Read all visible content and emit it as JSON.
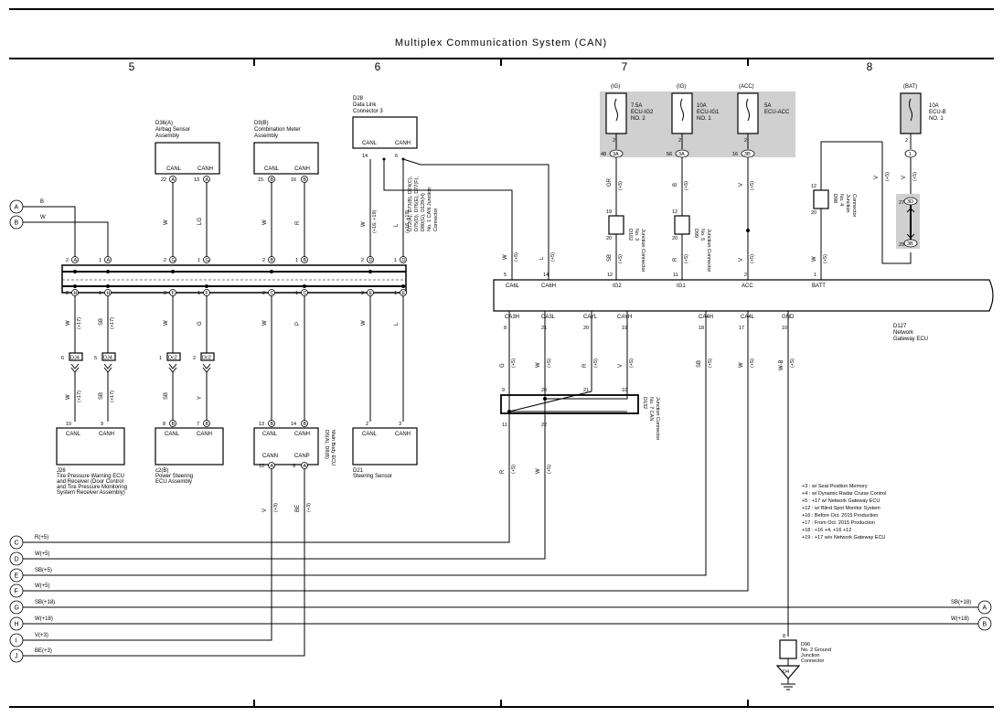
{
  "title": "Multiplex Communication System (CAN)",
  "columns": [
    "5",
    "6",
    "7",
    "8"
  ],
  "components": {
    "d36": {
      "ref": "D36(A)",
      "line1": "Airbag Sensor",
      "line2": "Assembly",
      "pins": [
        "CANL",
        "CANH"
      ],
      "pin_nums": [
        "22",
        "13"
      ],
      "pin_conn": [
        "A",
        "A"
      ]
    },
    "d9": {
      "ref": "D9(B)",
      "line1": "Combination Meter",
      "line2": "Assembly",
      "pins": [
        "CANL",
        "CANH"
      ],
      "pin_nums": [
        "15",
        "16"
      ],
      "pin_conn": [
        "B",
        "B"
      ]
    },
    "d28": {
      "ref": "D28",
      "line1": "Data Link",
      "line2": "Connector 3",
      "pins": [
        "CANL",
        "CANH"
      ],
      "pin_nums": [
        "14",
        "6"
      ]
    },
    "j26": {
      "ref": "J26",
      "line1": "Tire Pressure Warning ECU",
      "line2": "and Receiver (Door Control",
      "line3": "and Tire Pressure Monitoring",
      "line4": "System Receiver Assembly)",
      "pins": [
        "CANL",
        "CANH"
      ],
      "pin_nums": [
        "10",
        "9"
      ]
    },
    "c2": {
      "ref": "c2(B)",
      "line1": "Power Steering",
      "line2": "ECU Assembly",
      "pins": [
        "CANL",
        "CANH"
      ],
      "pin_nums": [
        "8",
        "7"
      ],
      "pin_conn": [
        "B",
        "B"
      ]
    },
    "d5": {
      "ref": "D5(A), D8(B)",
      "line1": "Main Body ECU",
      "pins": [
        "CANL",
        "CANH",
        "CANN",
        "CANP"
      ],
      "pin_nums": [
        "13",
        "14",
        "10",
        "9"
      ],
      "pin_conn": [
        "B",
        "B",
        "A",
        "A"
      ]
    },
    "d21": {
      "ref": "D21",
      "line1": "Steering Sensor",
      "pins": [
        "CANL",
        "CANH"
      ],
      "pin_nums": [
        "2",
        "3"
      ]
    },
    "d127": {
      "ref": "D127",
      "line1": "Network",
      "line2": "Gateway ECU",
      "top_pins": [
        "CA6L",
        "CA6H",
        "IG2",
        "IG1",
        "ACC",
        "BATT"
      ],
      "top_nums": [
        "5",
        "14",
        "12",
        "11",
        "2",
        "1"
      ],
      "bot_pins": [
        "CA3H",
        "CA3L",
        "CAYL",
        "CAYH",
        "CA4H",
        "CA4L",
        "GND"
      ],
      "bot_nums": [
        "8",
        "21",
        "20",
        "19",
        "18",
        "17",
        "10"
      ]
    },
    "d132": {
      "ref": "D132",
      "line1": "No. 7 CAN",
      "line2": "Junction Connector",
      "pins_top": [
        "9",
        "20",
        "21",
        "10"
      ],
      "pins_bot": [
        "11",
        "22"
      ]
    },
    "d72": {
      "ref": "D72(A), D73(B), D74(C),",
      "line2": "D75(D), D76(E), D77(F),",
      "line3": "D80(G), D129(H)",
      "line4": "No. 1 CAN Junction",
      "line5": "Connector"
    },
    "d102": {
      "ref": "D102",
      "line1": "No. 3",
      "line2": "Junction Connector",
      "pins": [
        "19",
        "20"
      ]
    },
    "d99": {
      "ref": "D99",
      "line1": "No. 5",
      "line2": "Junction Connector",
      "pins": [
        "12",
        "20"
      ]
    },
    "d98": {
      "ref": "D98",
      "line1": "No. 4",
      "line2": "Junction",
      "line3": "Connector",
      "pins": [
        "12",
        "20"
      ]
    },
    "d96": {
      "ref": "D96",
      "line1": "No. 2 Ground",
      "line2": "Junction",
      "line3": "Connector",
      "pin": "8",
      "ground": "D4"
    }
  },
  "fuses": [
    {
      "source": "(IG)",
      "amp": "7.5A",
      "name": "ECU-IG2",
      "no": "NO. 2",
      "pin_top": "2",
      "pin_bot": "48",
      "conn": "3A"
    },
    {
      "source": "(IG)",
      "amp": "10A",
      "name": "ECU-IG1",
      "no": "NO. 1",
      "pin_top": "2",
      "pin_bot": "56",
      "conn": "3A"
    },
    {
      "source": "(ACC)",
      "amp": "5A",
      "name": "ECU-ACC",
      "no": "",
      "pin_top": "2",
      "pin_bot": "16",
      "conn": "3B"
    },
    {
      "source": "(BAT)",
      "amp": "10A",
      "name": "ECU-B",
      "no": "NO. 1",
      "pin_top": "2",
      "pin_bot": "",
      "conn": "1"
    }
  ],
  "junction_pins": {
    "jc_27": "27",
    "jc_27c": "3D",
    "jc_29": "29",
    "jc_29c": "3B"
  },
  "wire_labels": {
    "a_b": "B",
    "b_w": "W",
    "d36_l": "W",
    "d36_h": "LG",
    "d9_l": "W",
    "d9_h": "R",
    "d28_l": "W",
    "d28_lq": "(+16, +19)",
    "d28_h": "L",
    "d28_hq": "(+16, +19)",
    "j26_l1": "W",
    "j26_l1q": "(+17)",
    "j26_h1": "SB",
    "j26_h1q": "(+17)",
    "j26_l2": "W",
    "j26_l2q": "(+17)",
    "j26_h2": "SB",
    "j26_h2q": "(+17)",
    "c2_l1": "W",
    "c2_h1": "G",
    "c2_l2": "SB",
    "c2_h2": "Y",
    "d5_l": "W",
    "d5_h": "P",
    "d21_l": "W",
    "d21_h": "L",
    "gw_5": "W",
    "gw_5q": "(+5)",
    "gw_14": "L",
    "gw_14q": "(+5)",
    "gw_12a": "GR",
    "gw_12aq": "(+5)",
    "gw_12b": "SB",
    "gw_12bq": "(+5)",
    "gw_11a": "B",
    "gw_11aq": "(+5)",
    "gw_11b": "R",
    "gw_11bq": "(+5)",
    "gw_2a": "V",
    "gw_2aq": "(+5)",
    "gw_2b": "V",
    "gw_2bq": "(+5)",
    "gw_1a": "W",
    "gw_1aq": "(+5)",
    "gw_1b": "V",
    "gw_1bq": "(+5)",
    "bat_a": "V",
    "bat_aq": "(+5)",
    "gw_8": "G",
    "gw_8q": "(+5)",
    "gw_21": "W",
    "gw_21q": "(+5)",
    "gw_20": "R",
    "gw_20q": "(+5)",
    "gw_19": "V",
    "gw_19q": "(+5)",
    "gw_18": "SB",
    "gw_18q": "(+5)",
    "gw_17": "W",
    "gw_17q": "(+5)",
    "gw_10": "W-B",
    "gw_10q": "(+5)",
    "j_11": "R",
    "j_11q": "(+5)",
    "j_22": "W",
    "j_22q": "(+5)",
    "d5_n": "V",
    "d5_nq": "(+3)",
    "d5_p": "BE",
    "d5_pq": "(+3)"
  },
  "bus_lines": [
    {
      "id": "C",
      "label": "R(+5)"
    },
    {
      "id": "D",
      "label": "W(+5)"
    },
    {
      "id": "E",
      "label": "SB(+5)"
    },
    {
      "id": "F",
      "label": "W(+5)"
    },
    {
      "id": "G",
      "label": "SB(+18)",
      "right_label": "SB(+18)",
      "right_id": "A"
    },
    {
      "id": "H",
      "label": "W(+18)",
      "right_label": "W(+18)",
      "right_id": "B"
    },
    {
      "id": "I",
      "label": "V(+3)"
    },
    {
      "id": "J",
      "label": "BE(+3)"
    }
  ],
  "left_ids": [
    "A",
    "B"
  ],
  "junction_row": {
    "top": [
      {
        "n": "2",
        "c": "A"
      },
      {
        "n": "1",
        "c": "A"
      },
      {
        "n": "2",
        "c": "G"
      },
      {
        "n": "1",
        "c": "G"
      },
      {
        "n": "2",
        "c": "B"
      },
      {
        "n": "1",
        "c": "B"
      },
      {
        "n": "2",
        "c": "D"
      },
      {
        "n": "1",
        "c": "D"
      }
    ],
    "bot": [
      {
        "n": "2",
        "c": "H"
      },
      {
        "n": "1",
        "c": "H"
      },
      {
        "n": "2",
        "c": "F"
      },
      {
        "n": "1",
        "c": "F"
      },
      {
        "n": "2",
        "c": "C"
      },
      {
        "n": "1",
        "c": "C"
      },
      {
        "n": "2",
        "c": "E"
      },
      {
        "n": "1",
        "c": "E"
      }
    ]
  },
  "inline_conn": [
    {
      "n": "6",
      "c": "DJ4"
    },
    {
      "n": "5",
      "c": "DJ4"
    },
    {
      "n": "1",
      "c": "Dc2"
    },
    {
      "n": "2",
      "c": "Dc2"
    }
  ],
  "notes": [
    "+3 : w/ Seat Position Memory",
    "+4 : w/ Dynamic Radar Cruise Control",
    "+5 : +17 w/ Network Gateway ECU",
    "+12 : w/ Blind Spot Monitor System",
    "+16 : Before Oct. 2015 Production",
    "+17 : From Oct. 2015 Production",
    "+18 : +16 +4, +16 +12",
    "+19 : +17 w/o Network Gateway ECU"
  ]
}
